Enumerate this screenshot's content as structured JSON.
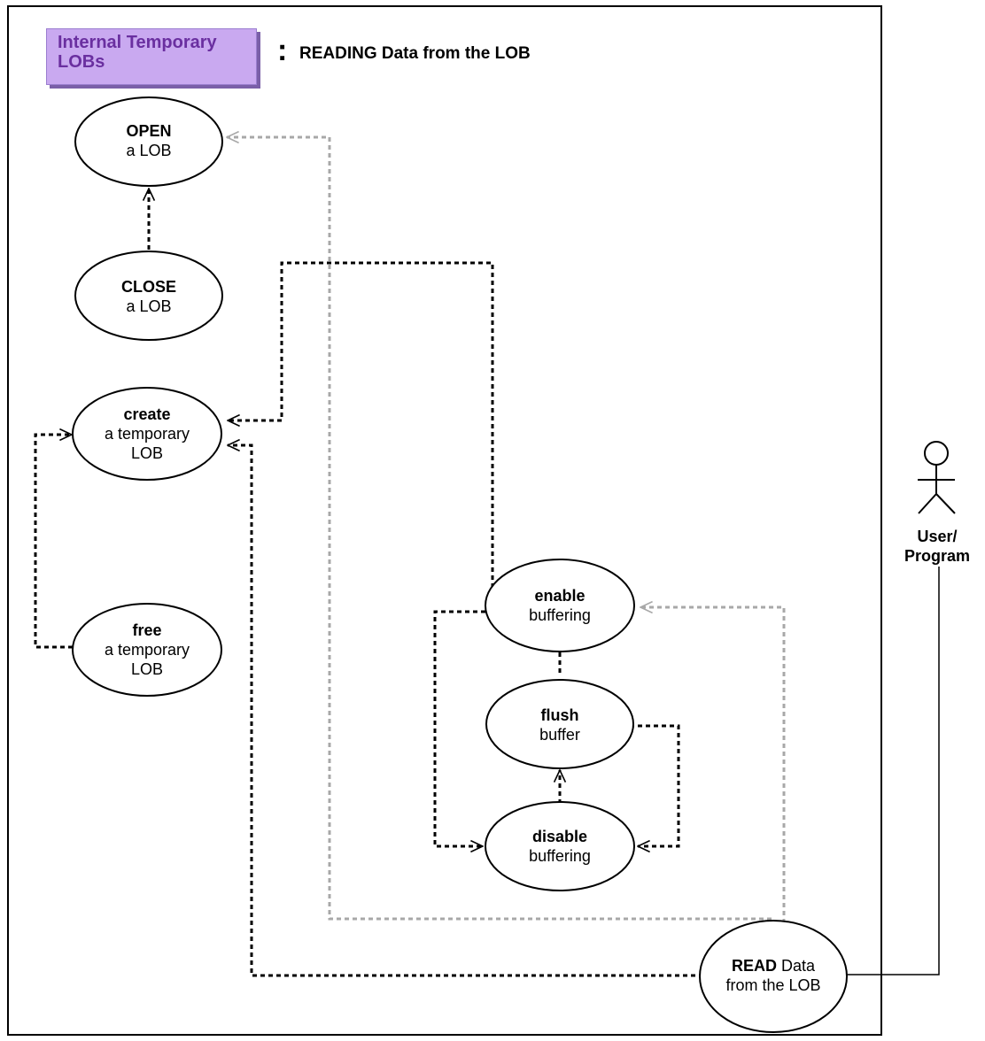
{
  "header": {
    "tag_line1": "Internal Temporary",
    "tag_line2": "LOBs",
    "separator": ":",
    "title": "READING Data from the LOB"
  },
  "use_cases": {
    "open": {
      "bold": "OPEN",
      "rest1": "a LOB",
      "rest2": ""
    },
    "close": {
      "bold": "CLOSE",
      "rest1": "a LOB",
      "rest2": ""
    },
    "create": {
      "bold": "create",
      "rest1": "a temporary",
      "rest2": "LOB"
    },
    "free": {
      "bold": "free",
      "rest1": "a temporary",
      "rest2": "LOB"
    },
    "enable": {
      "bold": "enable",
      "rest1": "buffering",
      "rest2": ""
    },
    "flush": {
      "bold": "flush",
      "rest1": "buffer",
      "rest2": ""
    },
    "disable": {
      "bold": "disable",
      "rest1": "buffering",
      "rest2": ""
    },
    "read": {
      "bold": "READ",
      "inline": " Data",
      "rest1": "from the LOB",
      "rest2": ""
    }
  },
  "actor": {
    "line1": "User/",
    "line2": "Program"
  },
  "colors": {
    "tag_bg": "#c9a9f0",
    "tag_text": "#6a2fa0",
    "black_dep": "#000000",
    "gray_dep": "#a8a8a8"
  }
}
